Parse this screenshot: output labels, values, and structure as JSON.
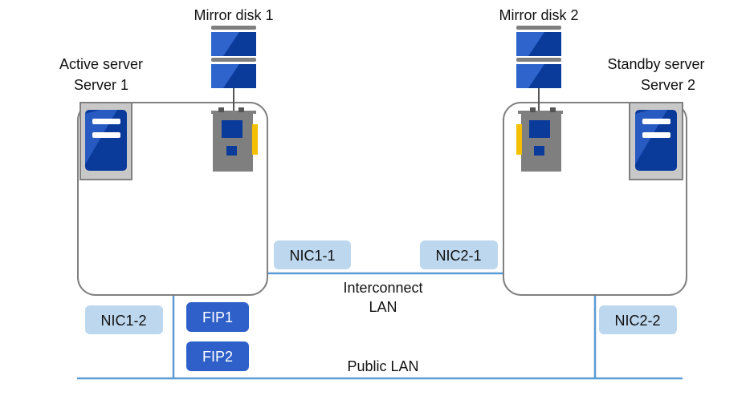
{
  "colors": {
    "line": "#5b9bd5",
    "server_border": "#808080",
    "server_fill": "#c8c8c8",
    "disk_dark": "#0a3a9a",
    "disk_light": "#2f64cc",
    "disk_cap": "#7f7f7f",
    "nic_fill": "#bdd7ee",
    "fip_fill": "#2f5fc8",
    "card_fill": "#7f7f7f",
    "card_accent": "#f5c000"
  },
  "icons": [
    "server-icon",
    "mirror-disk-icon",
    "disk-card-icon"
  ],
  "labels": {
    "mirror_disk_1": "Mirror disk 1",
    "mirror_disk_2": "Mirror disk 2",
    "active_server_role": "Active server",
    "active_server_name": "Server 1",
    "standby_server_role": "Standby server",
    "standby_server_name": "Server 2",
    "interconnect_line1": "Interconnect",
    "interconnect_line2": "LAN",
    "public_lan": "Public LAN"
  },
  "nics": {
    "nic1_1": "NIC1-1",
    "nic1_2": "NIC1-2",
    "nic2_1": "NIC2-1",
    "nic2_2": "NIC2-2"
  },
  "fips": {
    "fip1": "FIP1",
    "fip2": "FIP2"
  }
}
